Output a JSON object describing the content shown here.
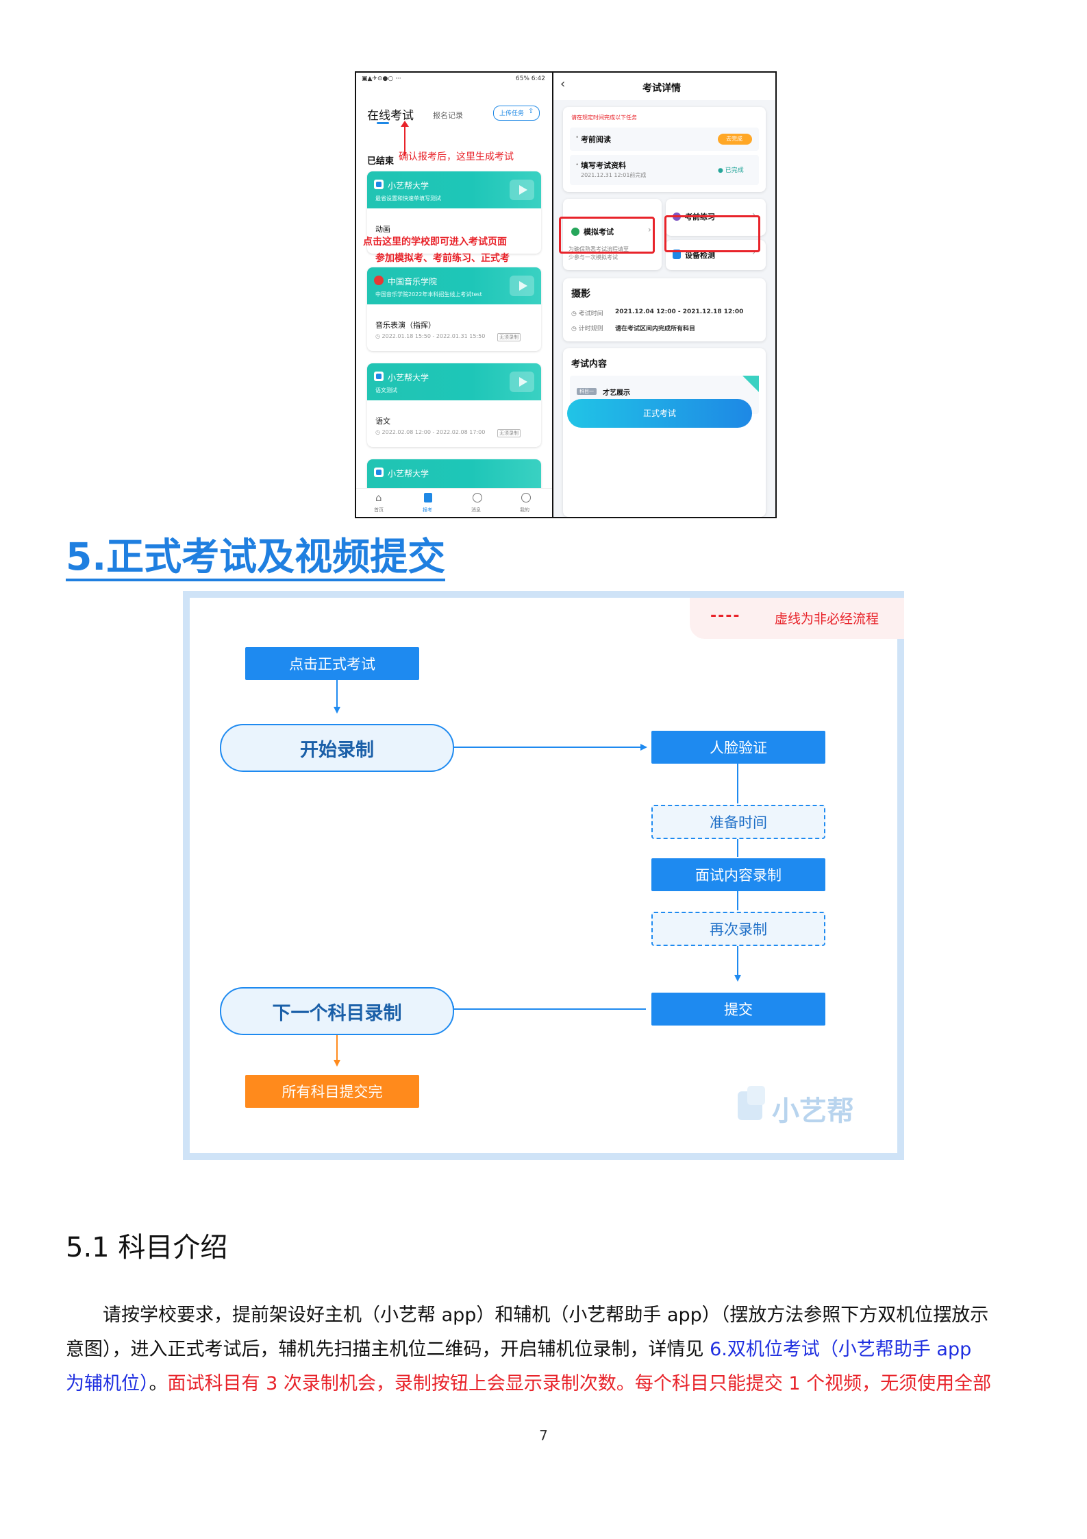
{
  "left_screenshot": {
    "status_bar": "65% 6:42",
    "tab_active": "在线考试",
    "tab_other": "报名记录",
    "upload_button": "上传任务",
    "section_label": "已结束",
    "note_top": "确认报考后，这里生成考试",
    "note_mid_1": "点击这里的学校即可进入考试页面",
    "note_mid_2": "参加模拟考、考前练习、正式考",
    "cards": [
      {
        "school": "小艺帮大学",
        "desc": "最省设置和快速单填写测试",
        "subject": "动画",
        "time": "",
        "tag": ""
      },
      {
        "school": "中国音乐学院",
        "desc": "中国音乐学院2022年本科招生线上考试test",
        "subject": "音乐表演（指挥）",
        "time": "2022.01.18 15:50 - 2022.01.31 15:50",
        "tag": "无须录制"
      },
      {
        "school": "小艺帮大学",
        "desc": "语文测试",
        "subject": "语文",
        "time": "2022.02.08 12:00 - 2022.02.08 17:00",
        "tag": "无须录制"
      },
      {
        "school": "小艺帮大学",
        "desc": "",
        "subject": "",
        "time": "",
        "tag": ""
      }
    ],
    "bottom_nav": [
      "首页",
      "报考",
      "消息",
      "我的"
    ]
  },
  "right_screenshot": {
    "title": "考试详情",
    "notice": "请在规定时间完成以下任务",
    "task1": "考前阅读",
    "task1_status": "去完成",
    "task2": "填写考试资料",
    "task2_time": "2021.12.31 12:01前完成",
    "task2_status": "已完成",
    "mock_exam": "模拟考试",
    "practice": "考前练习",
    "mock_desc_1": "为确保熟悉考试流程请至",
    "mock_desc_2": "少参与一次模拟考试",
    "device_check": "设备检测",
    "subject_name": "摄影",
    "exam_time_label": "考试时间",
    "exam_time": "2021.12.04 12:00 - 2021.12.18 12:00",
    "timing_label": "计时规则",
    "timing_rule": "请在考试区间内完成所有科目",
    "content_title": "考试内容",
    "subject_tag": "科目一",
    "subject_item": "才艺展示",
    "start_button": "正式考试"
  },
  "heading": "5.正式考试及视频提交",
  "flowchart": {
    "legend": "虚线为非必经流程",
    "legend_dash": "----",
    "steps": {
      "click_exam": "点击正式考试",
      "start_record": "开始录制",
      "face_verify": "人脸验证",
      "prepare_time": "准备时间",
      "interview_record": "面试内容录制",
      "re_record": "再次录制",
      "submit": "提交",
      "next_subject": "下一个科目录制",
      "all_submitted": "所有科目提交完"
    },
    "watermark": "小艺帮"
  },
  "subheading": "5.1 科目介绍",
  "paragraph": {
    "p1": "请按学校要求，提前架设好主机（小艺帮 app）和辅机（小艺帮助手 app）（摆放方法参照下方双机位摆放示",
    "p2": "意图），进入正式考试后，辅机先扫描主机位二维码，开启辅机位录制，详情见 ",
    "p2_link": "6.双机位考试（小艺帮助手 app",
    "p3_link": "为辅机位）",
    "p3_mid": "。",
    "p3_red": "面试科目有 3 次录制机会，录制按钮上会显示录制次数。每个科目只能提交 1 个视频，无须使用全部"
  },
  "page_number": "7"
}
